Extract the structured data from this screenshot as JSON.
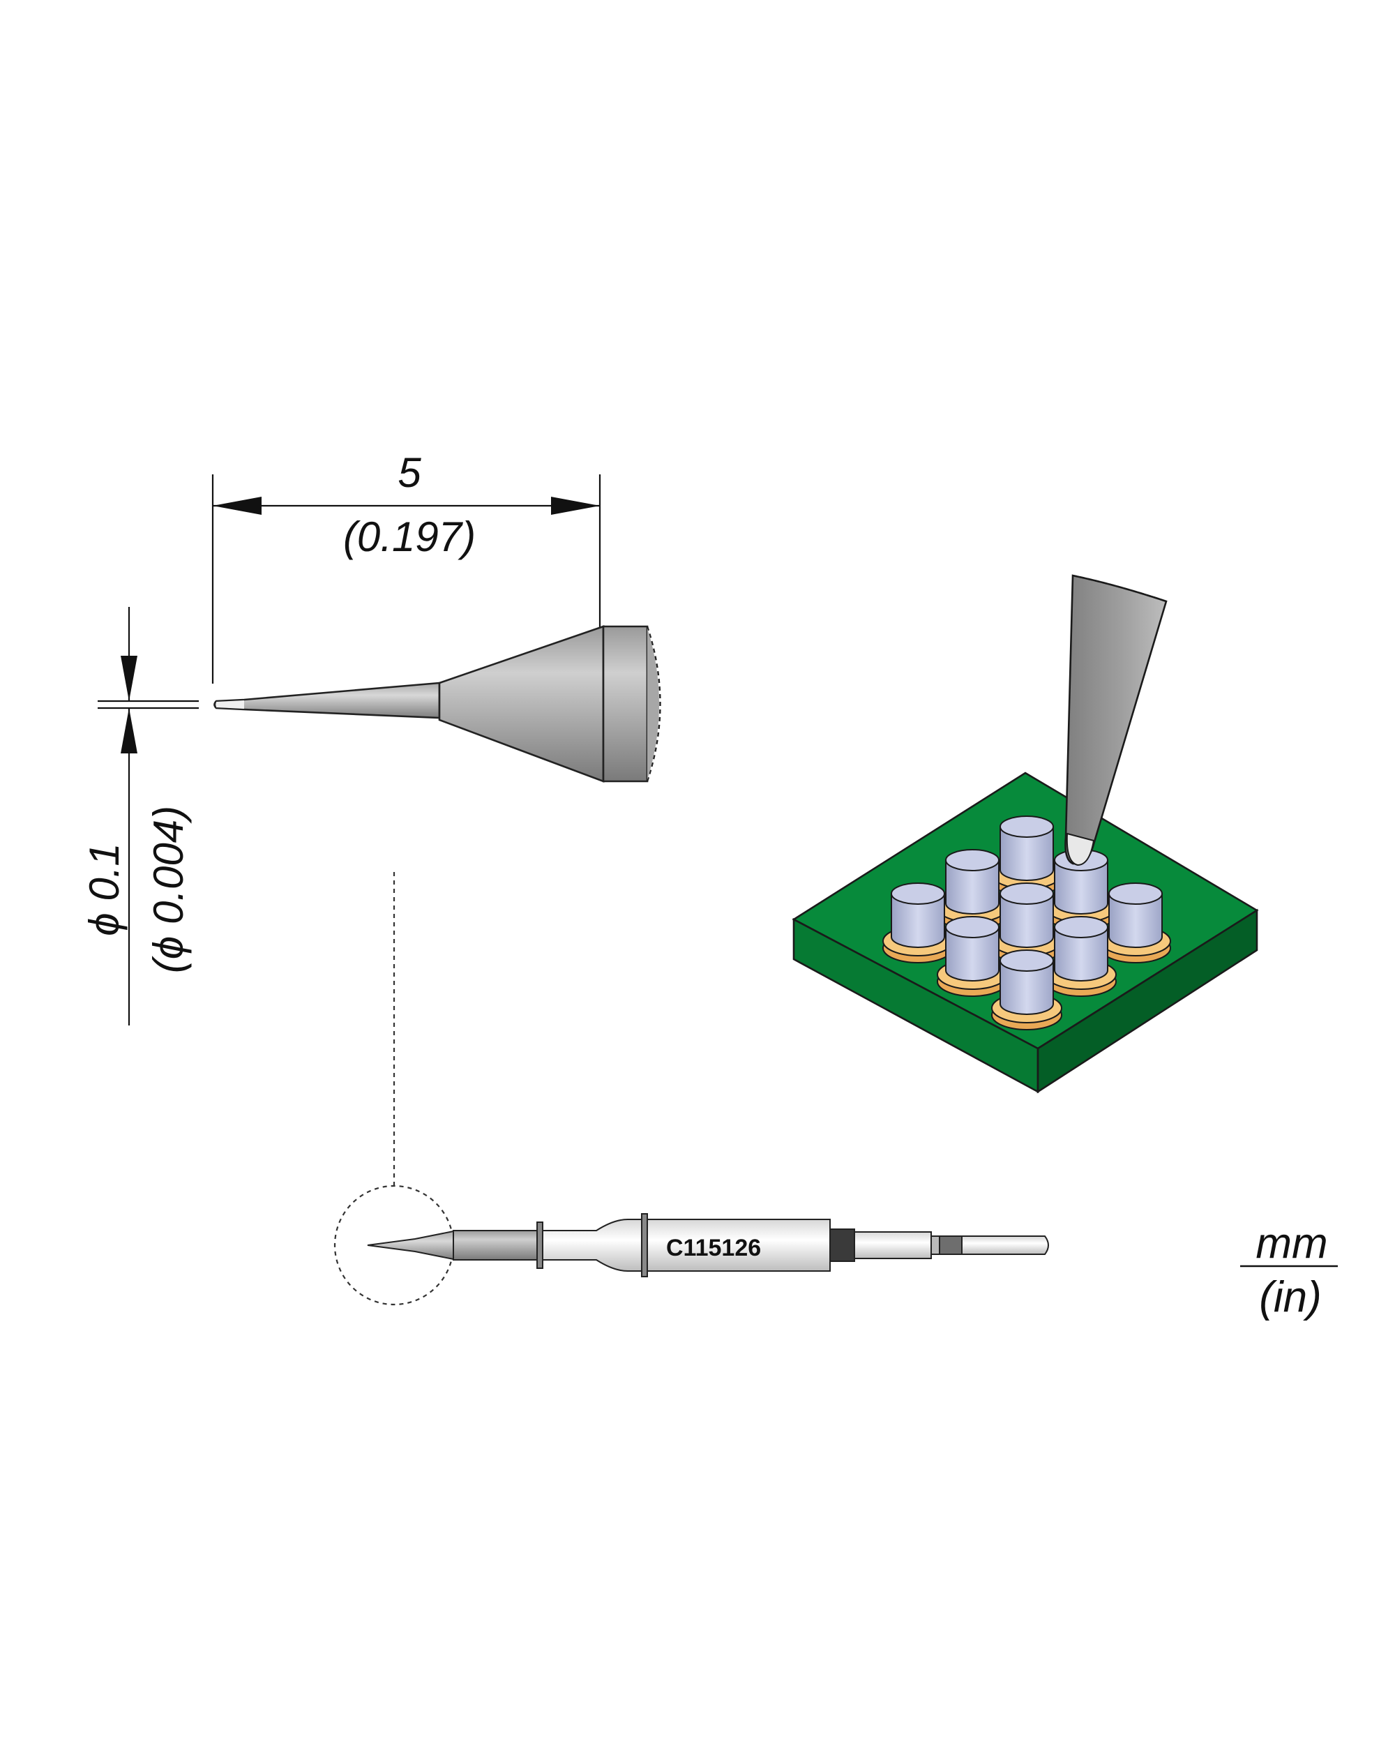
{
  "dimensions": {
    "length_mm": "5",
    "length_in": "(0.197)",
    "diameter_mm": "ϕ 0.1",
    "diameter_in": "(ϕ 0.004)"
  },
  "cartridge": {
    "part_number": "C115126"
  },
  "units": {
    "metric": "mm",
    "imperial": "(in)"
  },
  "colors": {
    "pcb_green": "#078a3b",
    "tip_metal": "#8e8e8e",
    "component_body": "#b8bfdc",
    "solder_pad": "#f0b869"
  }
}
